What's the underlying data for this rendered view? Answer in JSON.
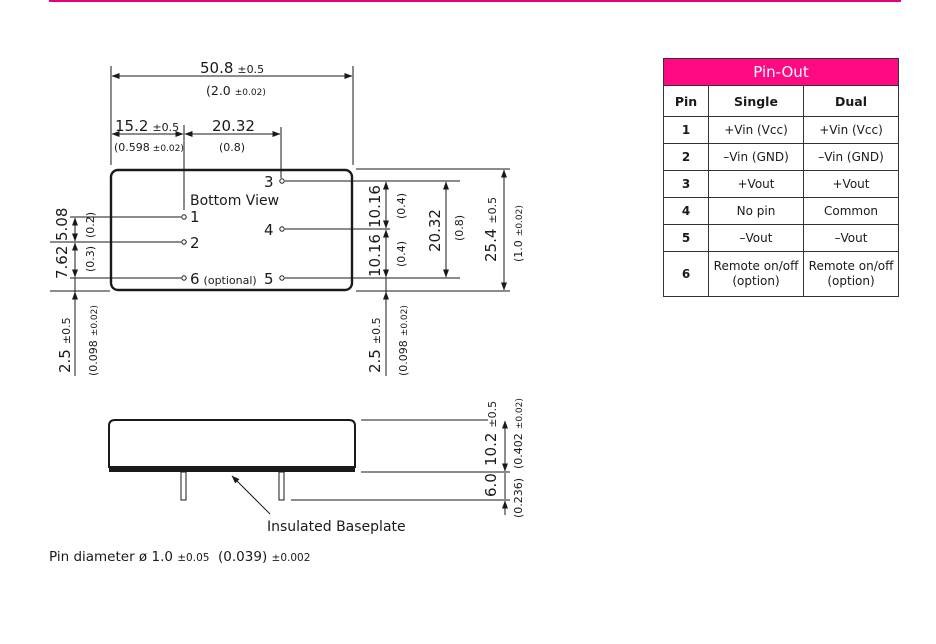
{
  "colors": {
    "accent": "#e5007e",
    "table_header_bg": "#ff0a83"
  },
  "drawing": {
    "overall_width": {
      "mm": "50.8",
      "tol": "±0.5",
      "inch": "(2.0",
      "inch_tol": "±0.02)"
    },
    "pin1_offset": {
      "mm": "15.2",
      "tol": "±0.5",
      "inch": "(0.598",
      "inch_tol": "±0.02)"
    },
    "pin_spacing_x": {
      "mm": "20.32",
      "inch": "(0.8)"
    },
    "bottom_view_label": "Bottom View",
    "pins": [
      {
        "label": "1"
      },
      {
        "label": "2"
      },
      {
        "label": "3"
      },
      {
        "label": "4"
      },
      {
        "label": "5"
      },
      {
        "label": "6",
        "note": "(optional)"
      }
    ],
    "left_dims": {
      "d1": {
        "mm": "5.08",
        "inch": "(0.2)"
      },
      "d2": {
        "mm": "7.62",
        "inch": "(0.3)"
      },
      "edge": {
        "mm": "2.5",
        "tol": "±0.5",
        "inch": "(0.098",
        "inch_tol": "±0.02)"
      }
    },
    "right_dims": {
      "upper": {
        "mm": "10.16",
        "inch": "(0.4)"
      },
      "lower": {
        "mm": "10.16",
        "inch": "(0.4)"
      },
      "span": {
        "mm": "20.32",
        "inch": "(0.8)"
      },
      "height": {
        "mm": "25.4",
        "tol": "±0.5",
        "inch": "(1.0",
        "inch_tol": "±0.02)"
      },
      "edge": {
        "mm": "2.5",
        "tol": "±0.5",
        "inch": "(0.098",
        "inch_tol": "±0.02)"
      }
    },
    "side_view": {
      "body_height": {
        "mm": "10.2",
        "tol": "±0.5",
        "inch": "(0.402",
        "inch_tol": "±0.02)"
      },
      "pin_length": {
        "mm": "6.0",
        "inch": "(0.236)"
      },
      "baseplate_label": "Insulated Baseplate"
    }
  },
  "pin_note": {
    "text": "Pin diameter ø 1.0",
    "tol": "±0.05",
    "inch": "(0.039)",
    "inch_tol": "±0.002"
  },
  "pinout_table": {
    "title": "Pin-Out",
    "headers": [
      "Pin",
      "Single",
      "Dual"
    ],
    "rows": [
      {
        "pin": "1",
        "single": "+Vin (Vcc)",
        "dual": "+Vin (Vcc)"
      },
      {
        "pin": "2",
        "single": "–Vin (GND)",
        "dual": "–Vin (GND)"
      },
      {
        "pin": "3",
        "single": "+Vout",
        "dual": "+Vout"
      },
      {
        "pin": "4",
        "single": "No pin",
        "dual": "Common"
      },
      {
        "pin": "5",
        "single": "–Vout",
        "dual": "–Vout"
      },
      {
        "pin": "6",
        "single_l1": "Remote on/off",
        "single_l2": "(option)",
        "dual_l1": "Remote on/off",
        "dual_l2": "(option)"
      }
    ]
  }
}
